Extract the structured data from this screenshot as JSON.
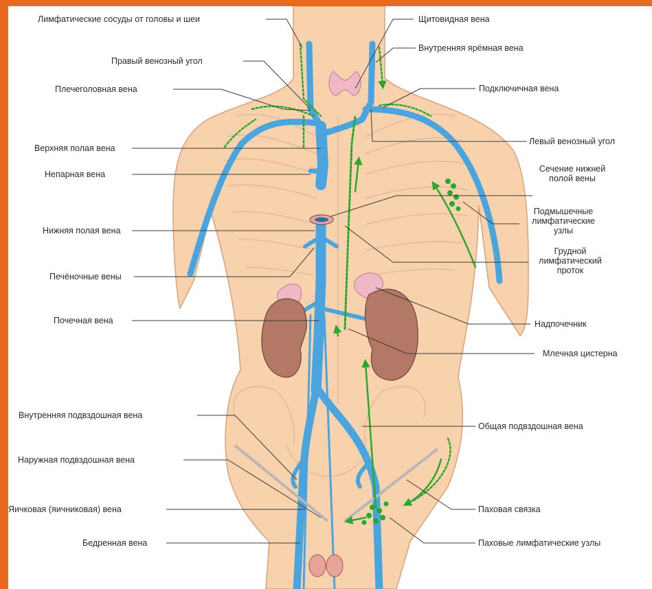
{
  "palette": {
    "frame": "#e96a1e",
    "skin": "#f8d2ad",
    "vein": "#4aa4de",
    "lymph": "#2aa82e",
    "kidney": "#b47866",
    "adrenal": "#f1b8c8",
    "leader": "#3a3a3a"
  },
  "labels": {
    "lymph_head_neck": "Лимфатические сосуды от головы и шеи",
    "right_venous_angle": "Правый венозный угол",
    "brachiocephalic": "Плечеголовная вена",
    "svc": "Верхняя полая вена",
    "azygos": "Непарная вена",
    "ivc": "Нижняя полая вена",
    "hepatic": "Печёночные вены",
    "renal": "Почечная вена",
    "internal_iliac": "Внутренняя подвздошная вена",
    "external_iliac": "Наружная подвздошная вена",
    "testicular": "Яичковая (яичниковая) вена",
    "femoral": "Бедренная вена",
    "thyroid_vein": "Щитовидная вена",
    "internal_jugular": "Внутренняя ярёмная вена",
    "subclavian": "Подключичная вена",
    "left_venous_angle": "Левый венозный угол",
    "ivc_section": "Сечение нижней полой вены",
    "axillary_nodes": "Подмышечные лимфатические узлы",
    "thoracic_duct": "Грудной лимфатический проток",
    "adrenal": "Надпочечник",
    "cisterna": "Млечная цистерна",
    "common_iliac": "Общая подвздошная вена",
    "inguinal_ligament": "Паховая связка",
    "inguinal_nodes": "Паховые лимфатические узлы"
  }
}
